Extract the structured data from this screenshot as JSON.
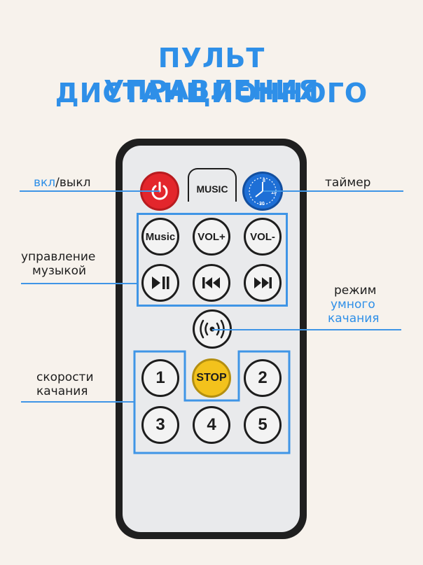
{
  "title_line1": "ПУЛЬТ ДИСТАНЦИОННОГО",
  "title_line2": "УПРАВЛЕНИЯ",
  "remote": {
    "music_label": "MUSIC",
    "timer_marks": {
      "top": "8",
      "right": "15",
      "bottom": "30"
    },
    "music_buttons": [
      "Music",
      "VOL+",
      "VOL-"
    ],
    "stop_label": "STOP",
    "numbers": [
      "1",
      "2",
      "3",
      "4",
      "5"
    ]
  },
  "annotations": {
    "power_on": "вкл",
    "power_off": "/выкл",
    "timer": "таймер",
    "music_control_1": "управление",
    "music_control_2": "музыкой",
    "smart_mode_1": "режим",
    "smart_mode_2": "умного",
    "smart_mode_3": "качания",
    "speeds_1": "скорости",
    "speeds_2": "качания"
  },
  "colors": {
    "accent": "#2e8fe8",
    "power": "#e3262c",
    "timer": "#1e6fd6",
    "stop": "#f3c21c"
  }
}
